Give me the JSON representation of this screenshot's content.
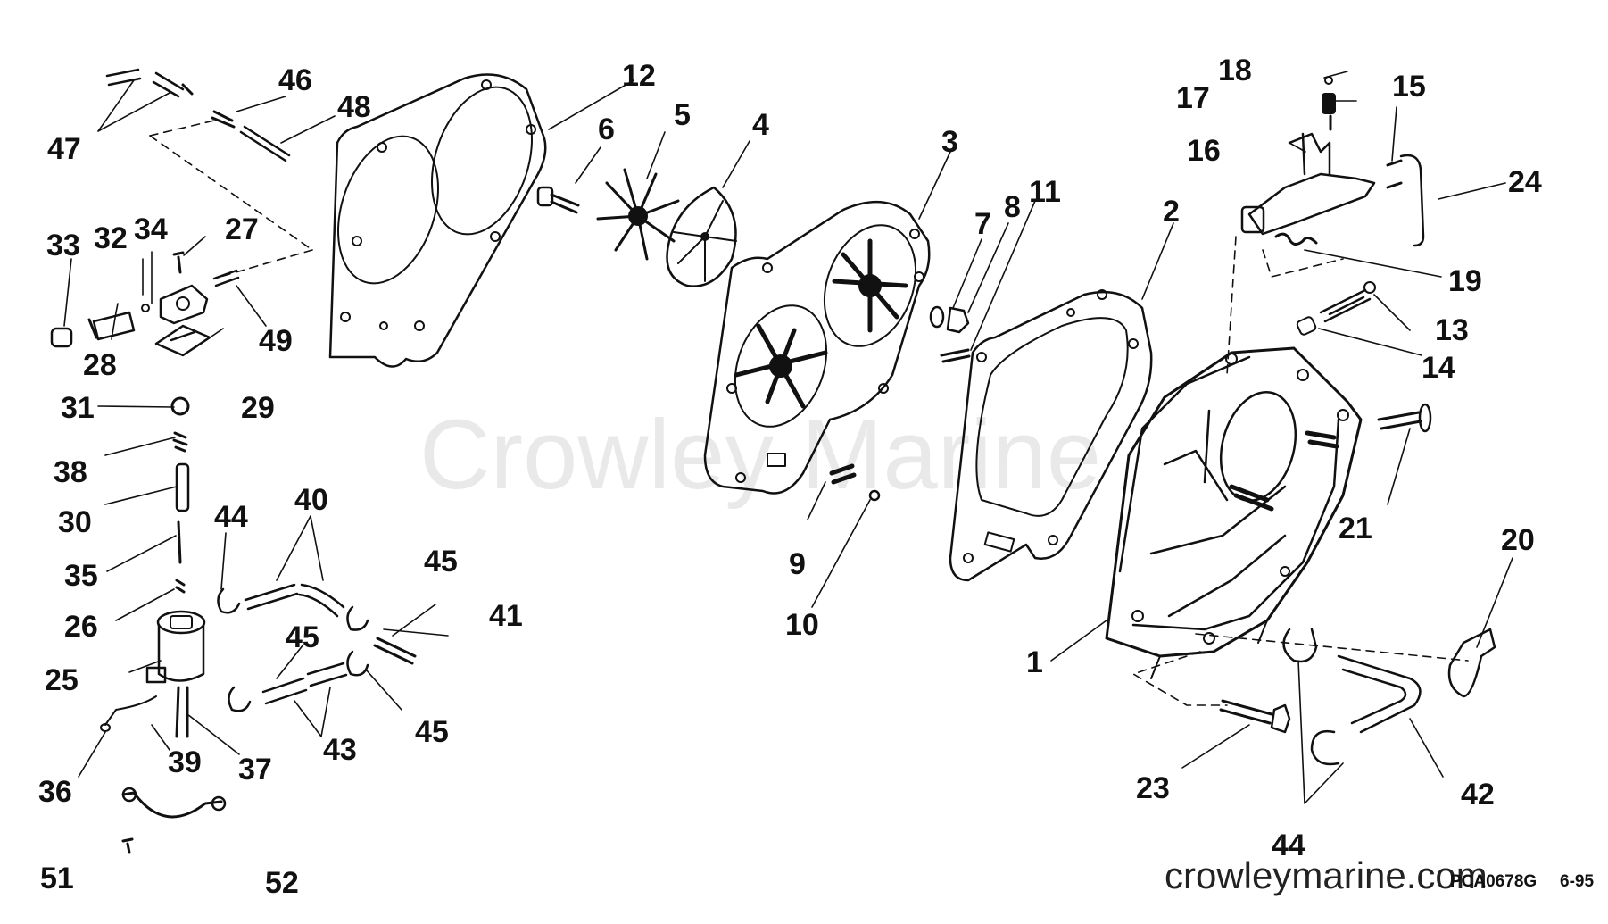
{
  "watermark": "Crowley Marine",
  "site": "crowleymarine.com",
  "drawing_code": "PCA0678G",
  "drawing_date": "6-95",
  "callouts": [
    {
      "id": "p1",
      "text": "1"
    },
    {
      "id": "p2",
      "text": "2"
    },
    {
      "id": "p3",
      "text": "3"
    },
    {
      "id": "p4",
      "text": "4"
    },
    {
      "id": "p5",
      "text": "5"
    },
    {
      "id": "p6",
      "text": "6"
    },
    {
      "id": "p7",
      "text": "7"
    },
    {
      "id": "p8",
      "text": "8"
    },
    {
      "id": "p9",
      "text": "9"
    },
    {
      "id": "p10",
      "text": "10"
    },
    {
      "id": "p11",
      "text": "11"
    },
    {
      "id": "p12",
      "text": "12"
    },
    {
      "id": "p13",
      "text": "13"
    },
    {
      "id": "p14",
      "text": "14"
    },
    {
      "id": "p15",
      "text": "15"
    },
    {
      "id": "p16",
      "text": "16"
    },
    {
      "id": "p17",
      "text": "17"
    },
    {
      "id": "p18",
      "text": "18"
    },
    {
      "id": "p19",
      "text": "19"
    },
    {
      "id": "p20",
      "text": "20"
    },
    {
      "id": "p21",
      "text": "21"
    },
    {
      "id": "p23",
      "text": "23"
    },
    {
      "id": "p24",
      "text": "24"
    },
    {
      "id": "p25",
      "text": "25"
    },
    {
      "id": "p26",
      "text": "26"
    },
    {
      "id": "p27",
      "text": "27"
    },
    {
      "id": "p28",
      "text": "28"
    },
    {
      "id": "p29",
      "text": "29"
    },
    {
      "id": "p30",
      "text": "30"
    },
    {
      "id": "p31",
      "text": "31"
    },
    {
      "id": "p32",
      "text": "32"
    },
    {
      "id": "p33",
      "text": "33"
    },
    {
      "id": "p34",
      "text": "34"
    },
    {
      "id": "p35",
      "text": "35"
    },
    {
      "id": "p36",
      "text": "36"
    },
    {
      "id": "p37",
      "text": "37"
    },
    {
      "id": "p38",
      "text": "38"
    },
    {
      "id": "p39",
      "text": "39"
    },
    {
      "id": "p40",
      "text": "40"
    },
    {
      "id": "p41",
      "text": "41"
    },
    {
      "id": "p42",
      "text": "42"
    },
    {
      "id": "p43",
      "text": "43"
    },
    {
      "id": "p44a",
      "text": "44"
    },
    {
      "id": "p44b",
      "text": "44"
    },
    {
      "id": "p45a",
      "text": "45"
    },
    {
      "id": "p45b",
      "text": "45"
    },
    {
      "id": "p45c",
      "text": "45"
    },
    {
      "id": "p46",
      "text": "46"
    },
    {
      "id": "p47",
      "text": "47"
    },
    {
      "id": "p48",
      "text": "48"
    },
    {
      "id": "p49",
      "text": "49"
    },
    {
      "id": "p51",
      "text": "51"
    },
    {
      "id": "p52",
      "text": "52"
    }
  ]
}
